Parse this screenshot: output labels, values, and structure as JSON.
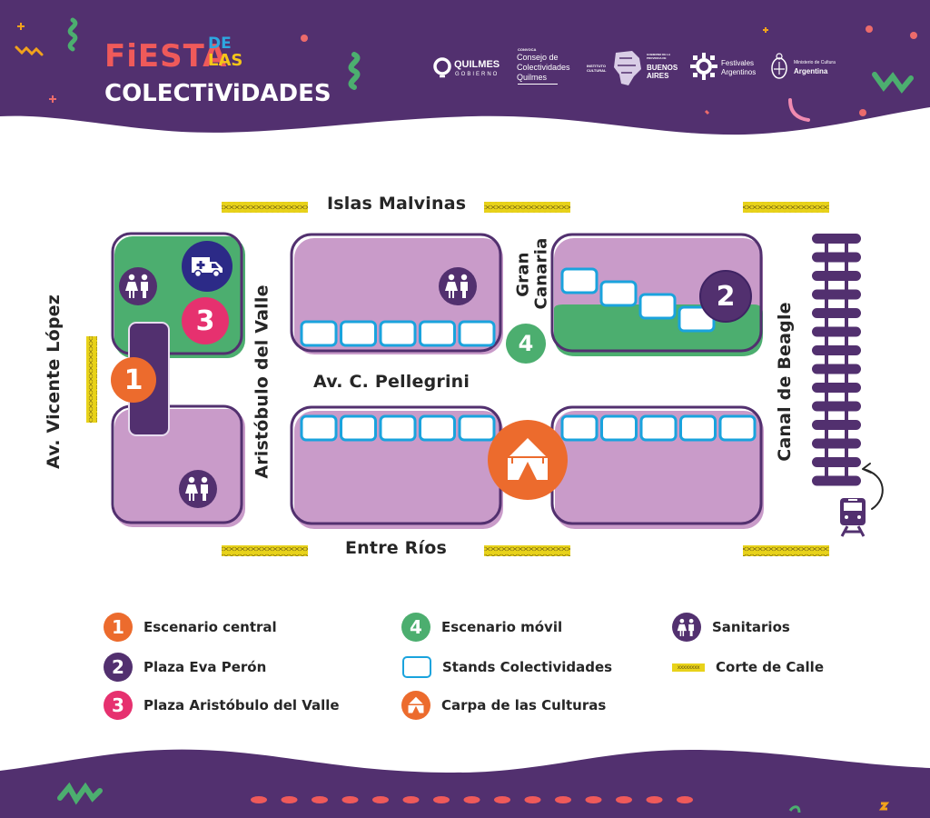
{
  "header": {
    "title_line1_a": "FiESTA",
    "title_line1_b": "DE",
    "title_line1_c": "LAS",
    "title_line2": "COLECTiViDADES",
    "logos": {
      "quilmes_name": "QUILMES",
      "quilmes_sub": "GOBIERNO",
      "consejo_convoca": "CONVOCA",
      "consejo_line1": "Consejo de",
      "consejo_line2": "Colectividades",
      "consejo_line3": "Quilmes",
      "instituto": "INSTITUTO CULTURAL",
      "baires_small": "GOBIERNO DE LA PROVINCIA DE",
      "baires_big1": "BUENOS",
      "baires_big2": "AIRES",
      "festivales_1": "Festivales",
      "festivales_2": "Argentinos",
      "ministerio_1": "Ministerio de Cultura",
      "ministerio_2": "Argentina"
    }
  },
  "map": {
    "streets": {
      "top": "Islas Malvinas",
      "middle": "Av. C. Pellegrini",
      "bottom": "Entre Ríos",
      "left": "Av. Vicente López",
      "left_inner": "Aristóbulo del Valle",
      "gran_canaria_1": "Gran",
      "gran_canaria_2": "Canaria",
      "right": "Canal de Beagle"
    },
    "markers": {
      "m1": "1",
      "m2": "2",
      "m3": "3",
      "m4": "4"
    },
    "stands_per_block": {
      "top_center": 5,
      "top_right": 4,
      "bottom_center": 5,
      "bottom_right": 5
    },
    "closure_marks": "xxxxxxxxxxxxxxxxxx"
  },
  "legend": {
    "items": [
      {
        "badge": "1",
        "label": "Escenario central",
        "color": "#ec6b2d"
      },
      {
        "badge": "2",
        "label": "Plaza Eva Perón",
        "color": "#4e2e78"
      },
      {
        "badge": "3",
        "label": "Plaza Aristóbulo del Valle",
        "color": "#e6316f"
      },
      {
        "badge": "4",
        "label": "Escenario móvil",
        "color": "#4caf50"
      },
      {
        "badge": "",
        "label": "Stands Colectividades",
        "color": "#1aa3dd"
      },
      {
        "badge": "",
        "label": "Carpa de las Culturas",
        "color": "#ec6b2d"
      },
      {
        "badge": "",
        "label": "Sanitarios",
        "color": "#4e2e78"
      },
      {
        "badge": "",
        "label": "Corte de Calle",
        "color": "#e8d21a"
      }
    ],
    "corte_sample": "xxxxxxxx"
  },
  "colors": {
    "purple_dark": "#52306f",
    "block_lilac": "#c99bc9",
    "green": "#4cae6f",
    "orange": "#ec6b2d",
    "pink": "#e6316f",
    "yellow": "#e8d21a",
    "stand_blue": "#1aa3dd"
  }
}
